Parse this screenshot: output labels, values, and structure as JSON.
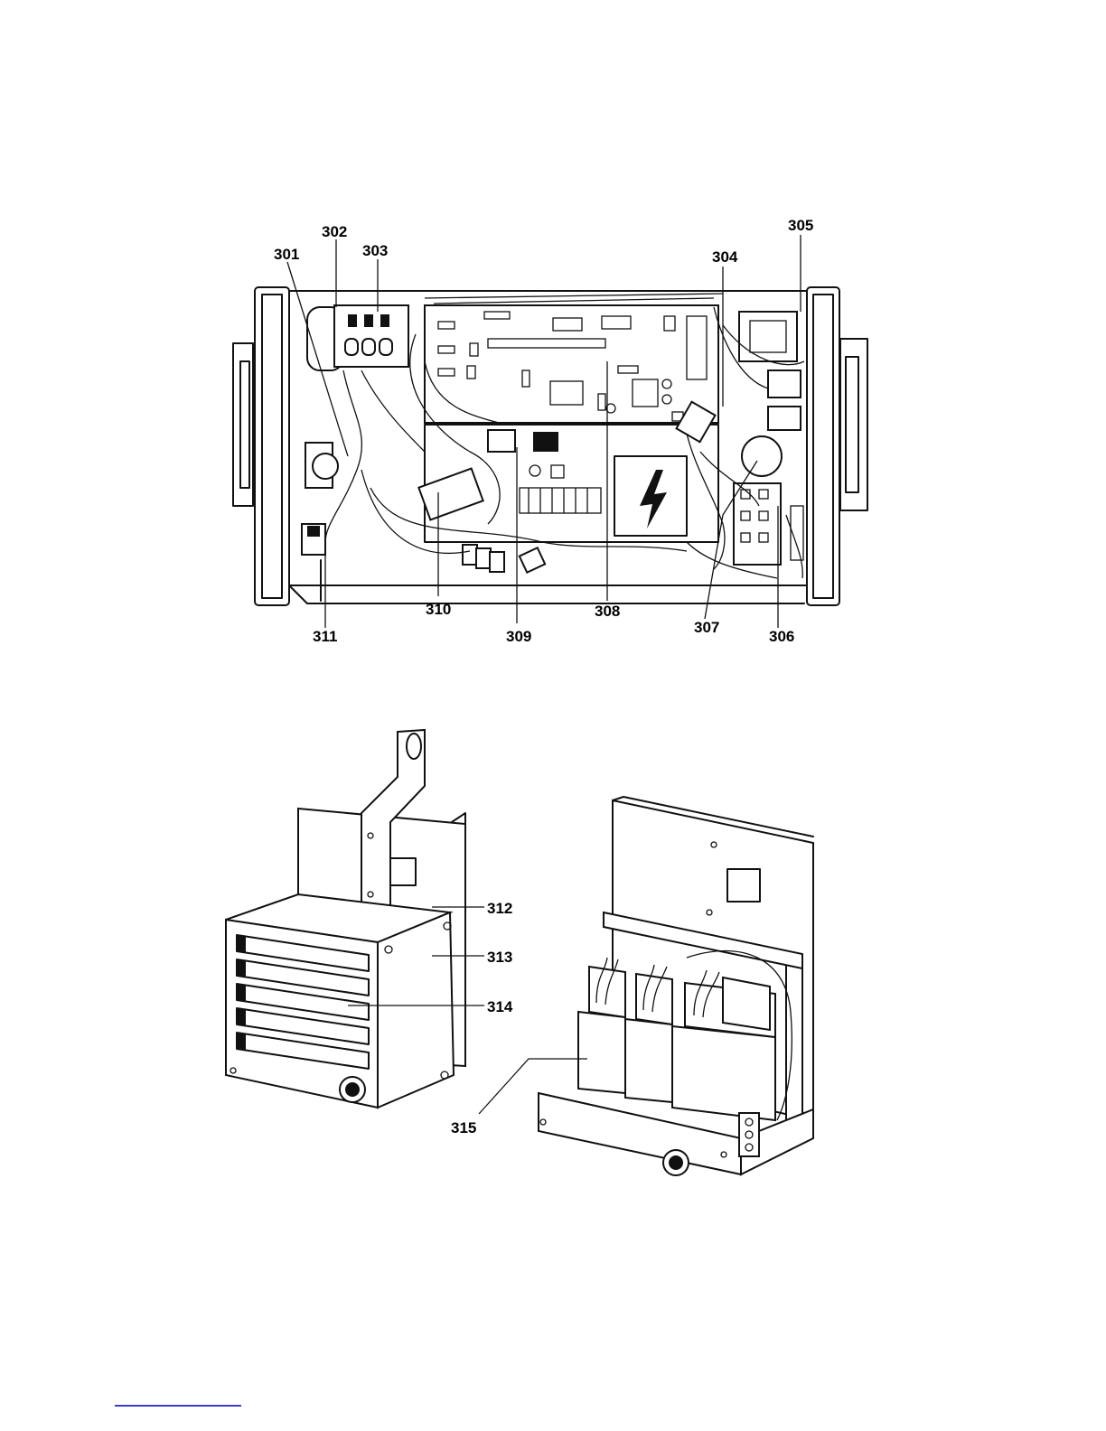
{
  "top_figure": {
    "callouts": {
      "c301": "301",
      "c302": "302",
      "c303": "303",
      "c304": "304",
      "c305": "305",
      "c306": "306",
      "c307": "307",
      "c308": "308",
      "c309": "309",
      "c310": "310",
      "c311": "311"
    }
  },
  "bottom_figure": {
    "callouts": {
      "c312": "312",
      "c313": "313",
      "c314": "314",
      "c315": "315"
    }
  }
}
